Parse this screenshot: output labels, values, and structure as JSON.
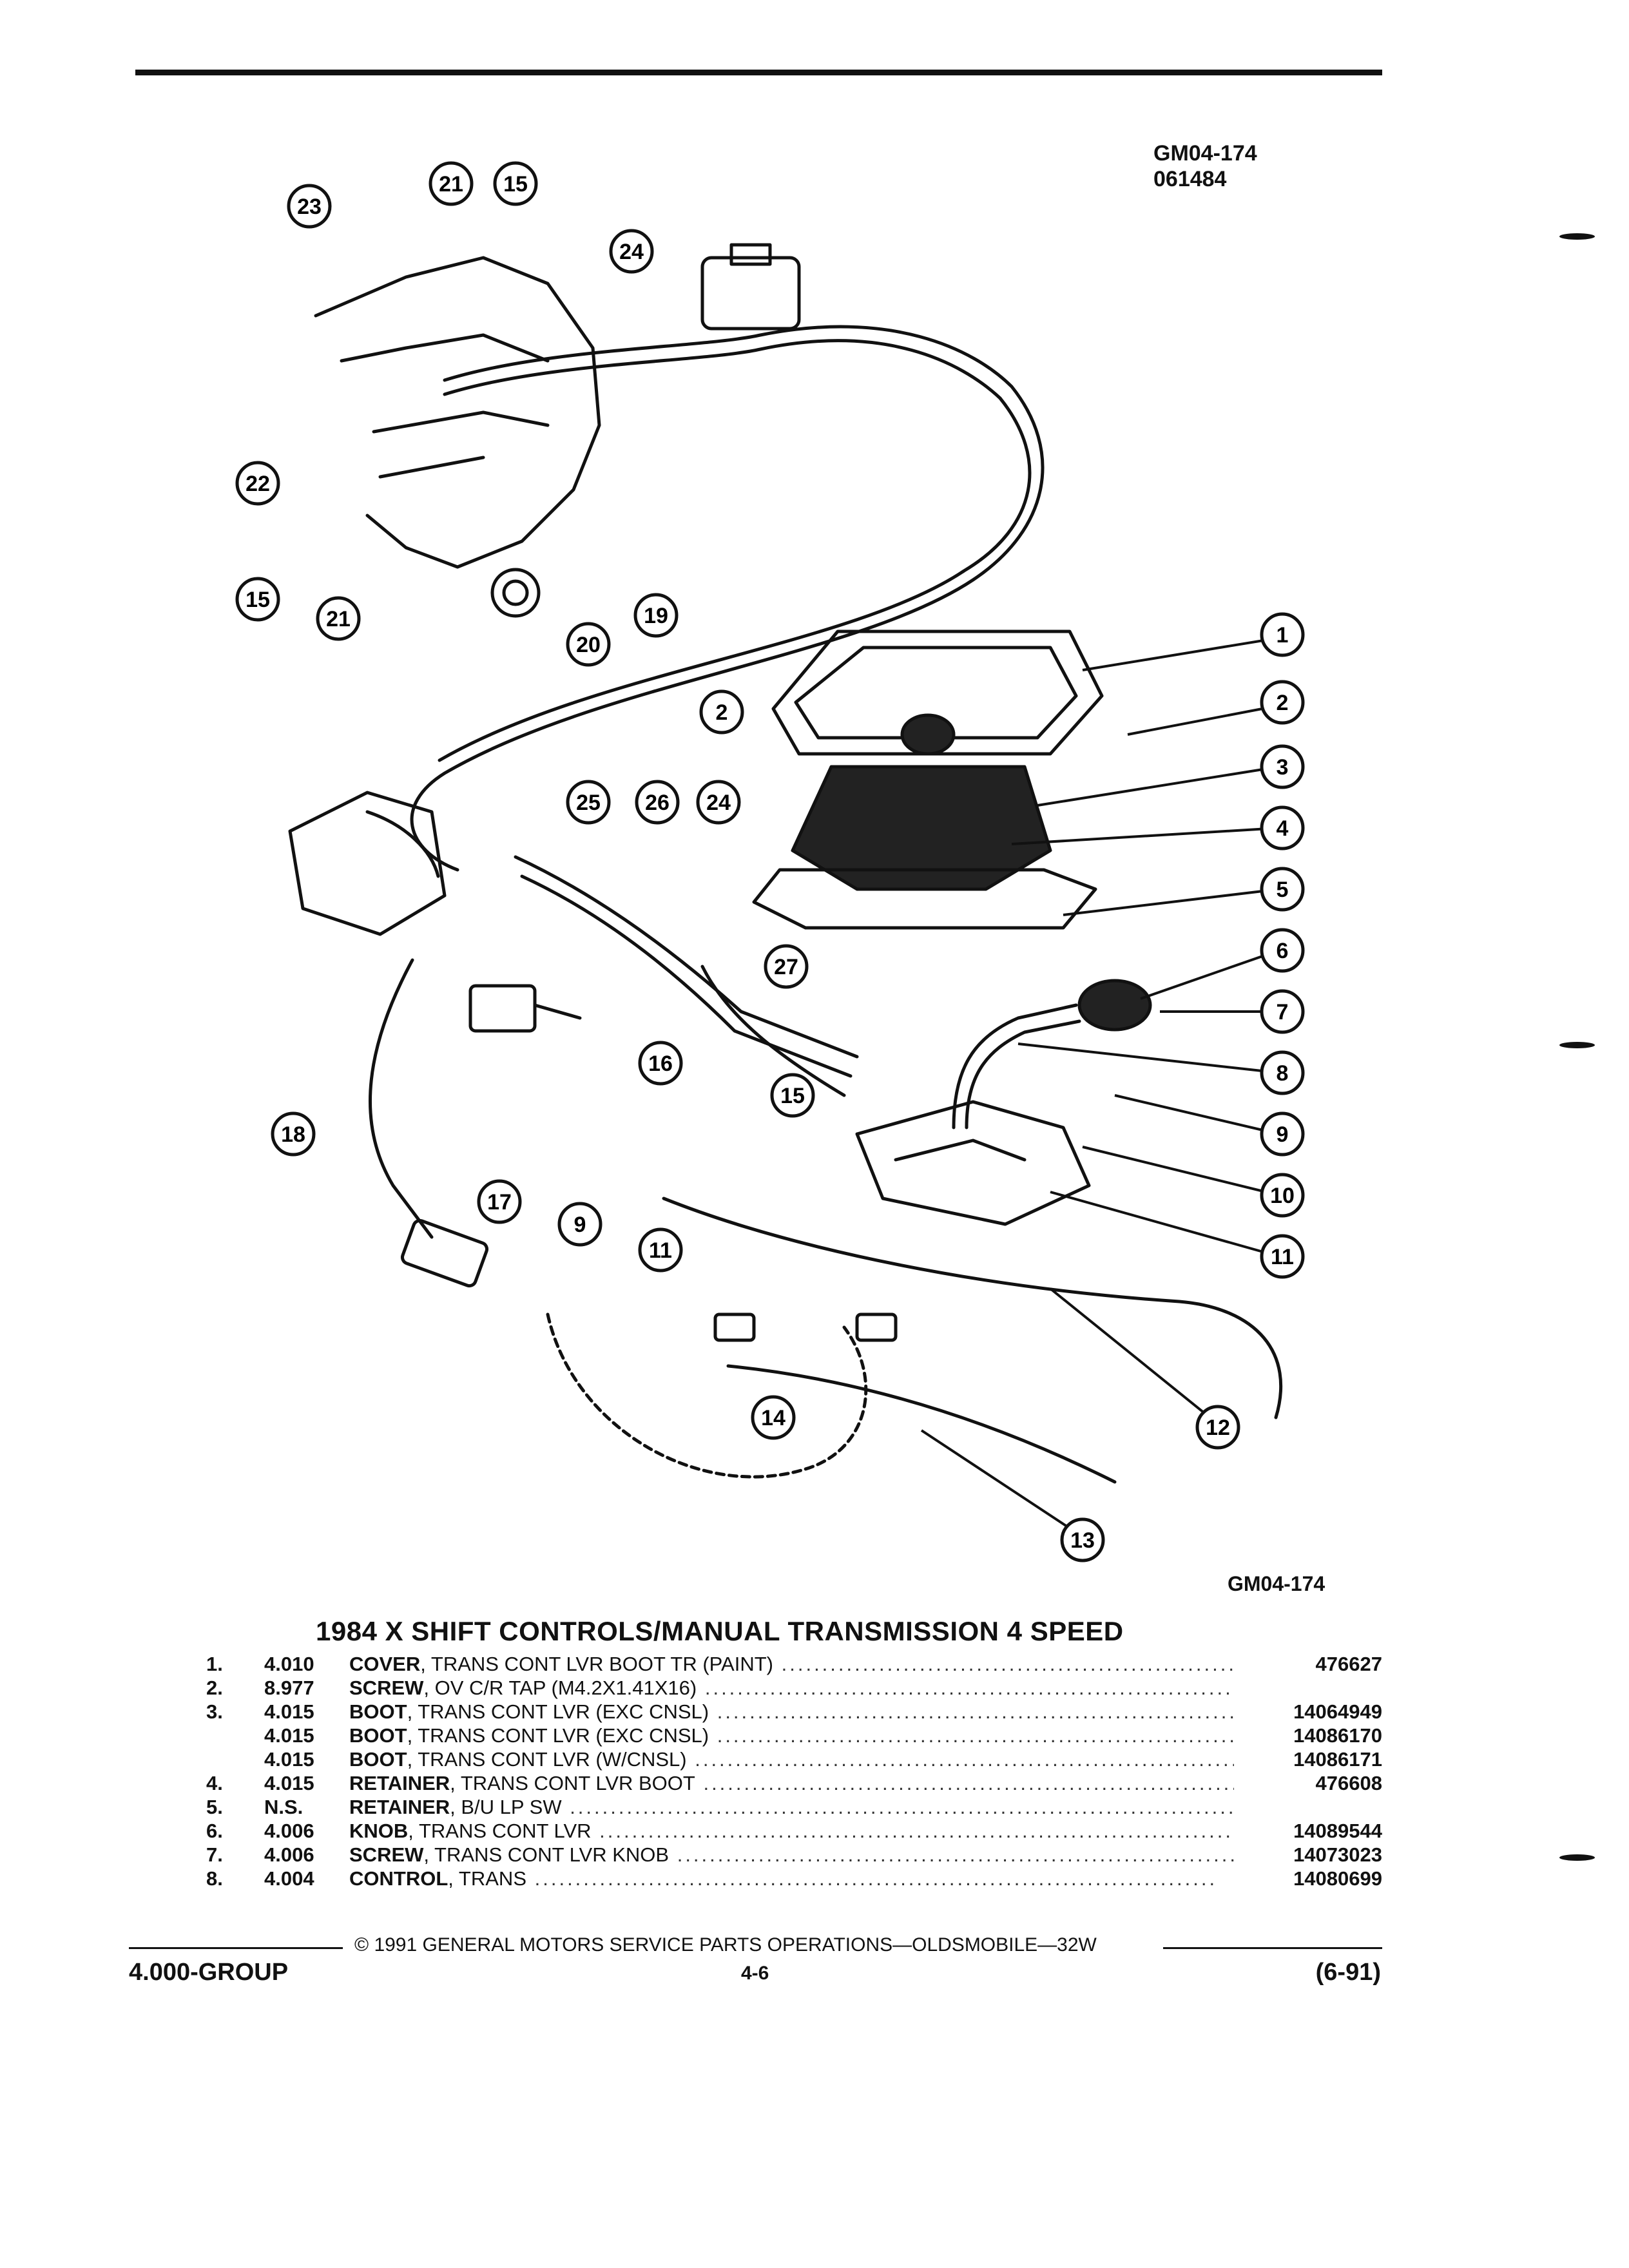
{
  "header": {
    "figure_id": "GM04-174",
    "figure_code": "061484"
  },
  "diagram": {
    "callouts": [
      "1",
      "2",
      "2",
      "3",
      "4",
      "5",
      "6",
      "7",
      "8",
      "9",
      "9",
      "10",
      "11",
      "11",
      "12",
      "13",
      "14",
      "15",
      "15",
      "15",
      "16",
      "17",
      "18",
      "19",
      "20",
      "21",
      "21",
      "22",
      "23",
      "24",
      "24",
      "25",
      "26",
      "27"
    ]
  },
  "figure_ref": "GM04-174",
  "title": "1984 X SHIFT CONTROLS/MANUAL TRANSMISSION 4 SPEED",
  "parts": [
    {
      "num": "1.",
      "group": "4.010",
      "name": "COVER",
      "desc": ", TRANS CONT LVR BOOT TR (PAINT)",
      "part": "476627"
    },
    {
      "num": "2.",
      "group": "8.977",
      "name": "SCREW",
      "desc": ", OV C/R TAP (M4.2X1.41X16)",
      "part": ""
    },
    {
      "num": "3.",
      "group": "4.015",
      "name": "BOOT",
      "desc": ", TRANS CONT LVR (EXC CNSL)",
      "part": "14064949"
    },
    {
      "num": "",
      "group": "4.015",
      "name": "BOOT",
      "desc": ", TRANS CONT LVR (EXC CNSL)",
      "part": "14086170"
    },
    {
      "num": "",
      "group": "4.015",
      "name": "BOOT",
      "desc": ", TRANS CONT LVR (W/CNSL)",
      "part": "14086171"
    },
    {
      "num": "4.",
      "group": "4.015",
      "name": "RETAINER",
      "desc": ", TRANS CONT LVR BOOT",
      "part": "476608"
    },
    {
      "num": "5.",
      "group": "N.S.",
      "name": "RETAINER",
      "desc": ", B/U LP SW",
      "part": ""
    },
    {
      "num": "6.",
      "group": "4.006",
      "name": "KNOB",
      "desc": ", TRANS CONT LVR",
      "part": "14089544"
    },
    {
      "num": "7.",
      "group": "4.006",
      "name": "SCREW",
      "desc": ", TRANS CONT LVR KNOB",
      "part": "14073023"
    },
    {
      "num": "8.",
      "group": "4.004",
      "name": "CONTROL",
      "desc": ", TRANS",
      "part": "14080699"
    }
  ],
  "footer": {
    "copyright": "© 1991 GENERAL MOTORS SERVICE PARTS OPERATIONS—OLDSMOBILE—32W",
    "group": "4.000-GROUP",
    "page": "4-6",
    "date": "(6-91)"
  }
}
